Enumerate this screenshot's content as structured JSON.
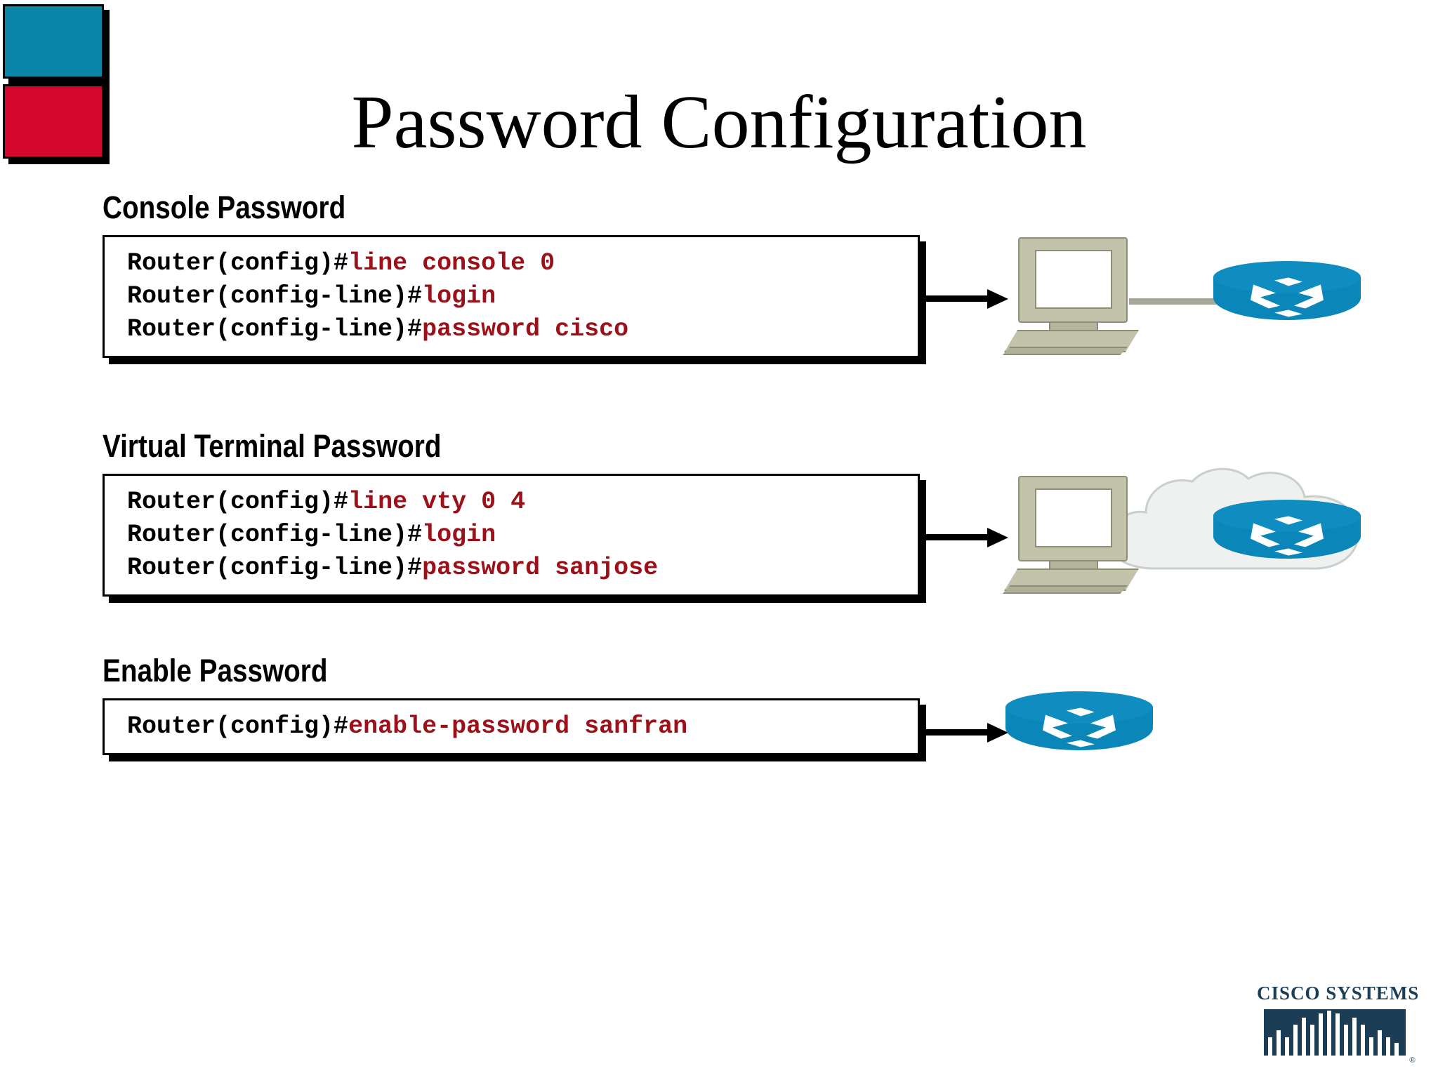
{
  "slide": {
    "title": "Password Configuration",
    "background_color": "#ffffff"
  },
  "corner_logo": {
    "name": "cisco-square-logo",
    "top_color": "#0b86a8",
    "bottom_color": "#d5072f",
    "border_color": "#000000"
  },
  "colors": {
    "command_red": "#9c1119",
    "prompt_black": "#000000",
    "router_blue": "#0b86b8",
    "pc_beige": "#c3c3ac",
    "cisco_navy": "#1b3d56"
  },
  "sections": [
    {
      "id": "console",
      "heading": "Console Password",
      "lines": [
        {
          "prompt": "Router(config)#",
          "command": "line console 0"
        },
        {
          "prompt": "Router(config-line)#",
          "command": "login"
        },
        {
          "prompt": "Router(config-line)#",
          "command": "password cisco"
        }
      ],
      "graphic": "pc-cable-router"
    },
    {
      "id": "vty",
      "heading": "Virtual Terminal Password",
      "lines": [
        {
          "prompt": "Router(config)#",
          "command": "line vty 0 4"
        },
        {
          "prompt": "Router(config-line)#",
          "command": "login"
        },
        {
          "prompt": "Router(config-line)#",
          "command": "password sanjose"
        }
      ],
      "graphic": "pc-cloud-router"
    },
    {
      "id": "enable",
      "heading": "Enable Password",
      "lines": [
        {
          "prompt": "Router(config)#",
          "command": "enable-password sanfran"
        }
      ],
      "graphic": "router"
    }
  ],
  "footer_logo": {
    "wordmark": "CISCO SYSTEMS",
    "trademark": "®"
  }
}
